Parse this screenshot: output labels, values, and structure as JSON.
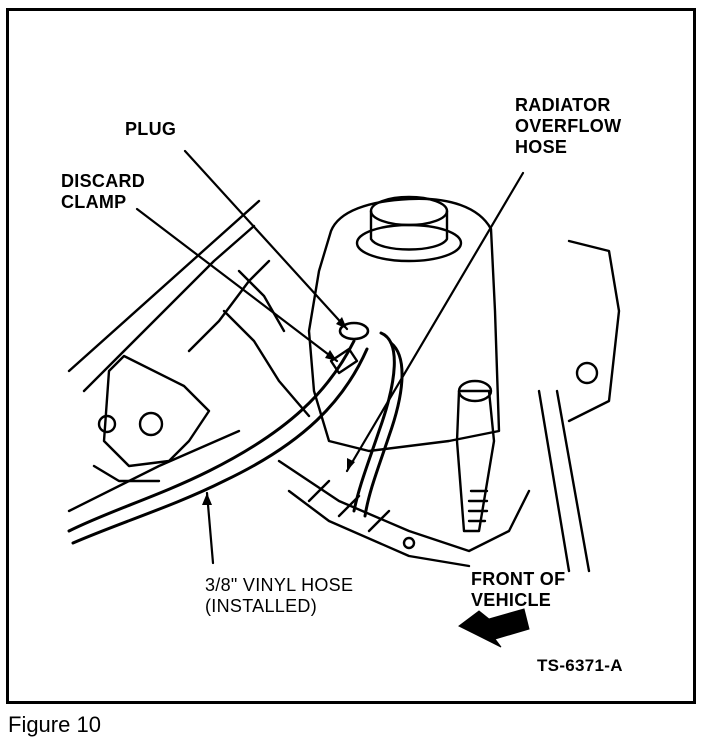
{
  "labels": {
    "radiator_overflow_hose": [
      "RADIATOR",
      "OVERFLOW",
      "HOSE"
    ],
    "plug": "PLUG",
    "discard_clamp": [
      "DISCARD",
      "CLAMP"
    ],
    "vinyl_hose": [
      "3/8\" VINYL HOSE",
      "(INSTALLED)"
    ],
    "front_of_vehicle": [
      "FRONT OF",
      "VEHICLE"
    ],
    "drawing_code": "TS-6371-A"
  },
  "caption": "Figure 10"
}
